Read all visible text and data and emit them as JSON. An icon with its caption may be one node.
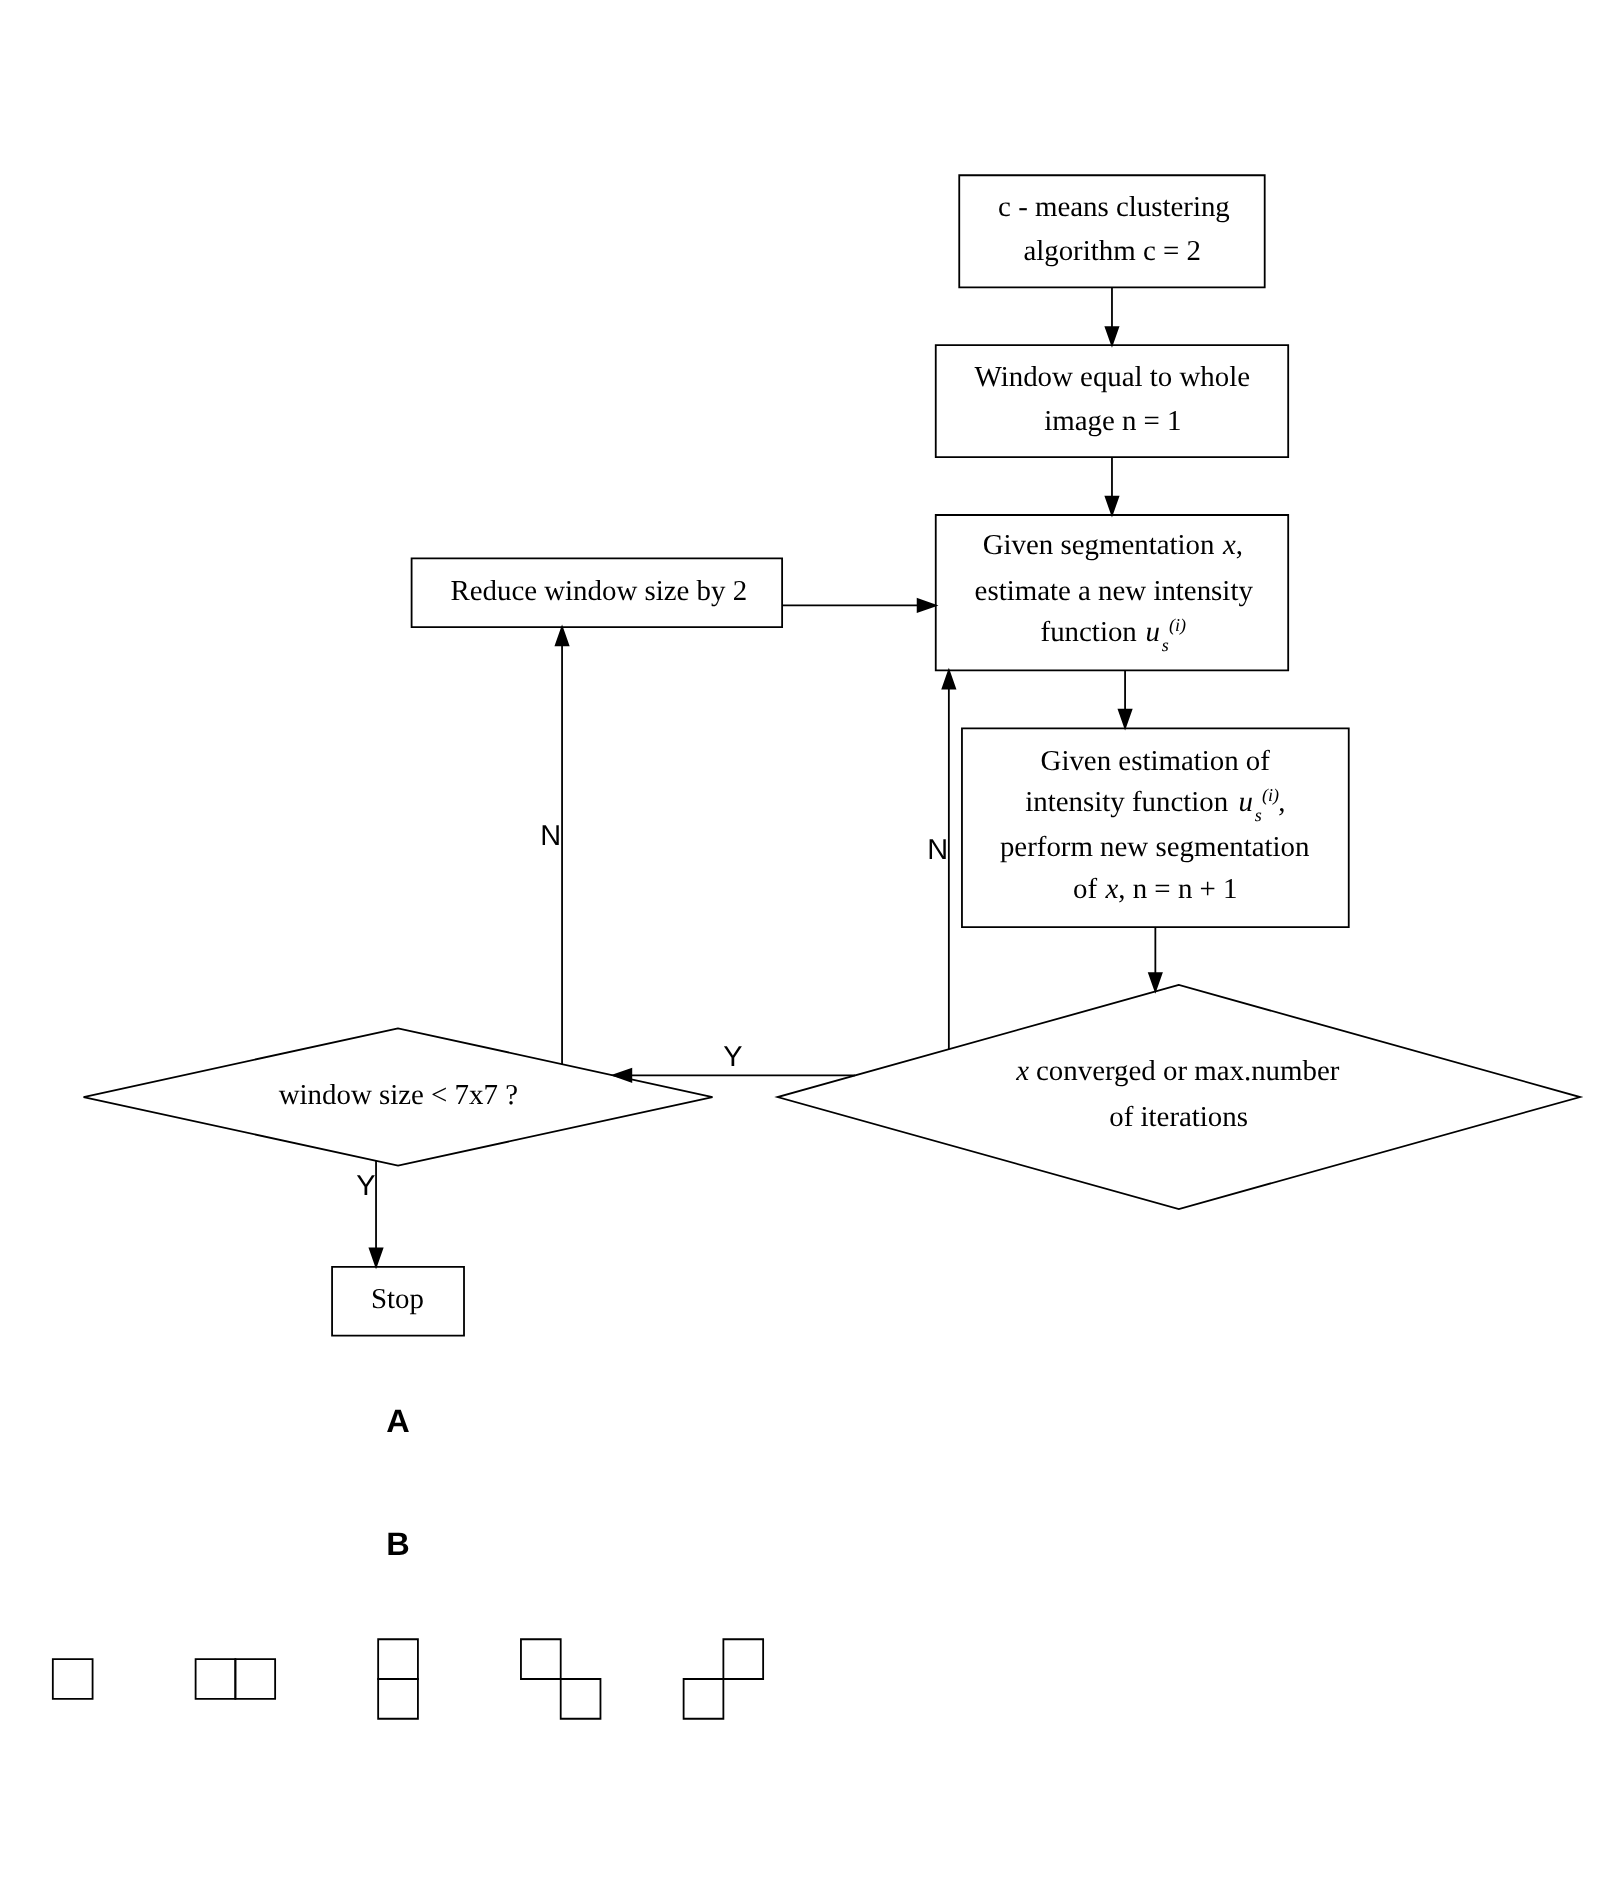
{
  "diagram": {
    "nodes": [
      {
        "text": [
          "c - means clustering algorithm c = 2"
        ]
      },
      {
        "text": [
          "Window equal to whole image n = 1"
        ]
      },
      {
        "text": [
          "Given segmentation *x*, estimate a new intensity function *u*$_{s}$$^{(i)}$"
        ]
      },
      {
        "text": [
          "Given estimation of intensity function *u*$_{s}$$^{(i)}$, perform new segmentation of *x*, n = n + 1"
        ]
      },
      {
        "text": [
          "*x* converged or max.number of iterations"
        ]
      },
      {
        "text": [
          "window size < 7x7 ?"
        ]
      },
      {
        "text": [
          "Reduce window size by 2"
        ]
      },
      {
        "text": [
          "Stop"
        ]
      },
      {
        "text": [],
        "shape": "box"
      },
      {
        "text": [],
        "shape": "box"
      },
      {
        "text": [],
        "shape": "box"
      },
      {
        "text": [],
        "shape": "box"
      },
      {
        "text": [],
        "shape": "box"
      }
    ],
    "edges": [
      {
        "from": 0,
        "to": 1,
        "arrow": "to"
      },
      {
        "from": 1,
        "to": 2,
        "arrow": "to"
      },
      {
        "from": 2,
        "to": 3,
        "arrow": "to"
      },
      {
        "from": 3,
        "to": 4,
        "arrow": "to"
      },
      {
        "from": 4,
        "to": 5,
        "arrow": "to",
        "label": "Y"
      },
      {
        "from": 4,
        "to": 2,
        "arrow": "to",
        "label": "N"
      },
      {
        "from": 5,
        "to": 6,
        "arrow": "to",
        "label": "N"
      },
      {
        "from": 5,
        "to": 7,
        "arrow": "to",
        "label": "Y"
      },
      {
        "from": 6,
        "to": 2,
        "arrow": "to"
      }
    ],
    "labels": [
      "A",
      "B"
    ]
  }
}
